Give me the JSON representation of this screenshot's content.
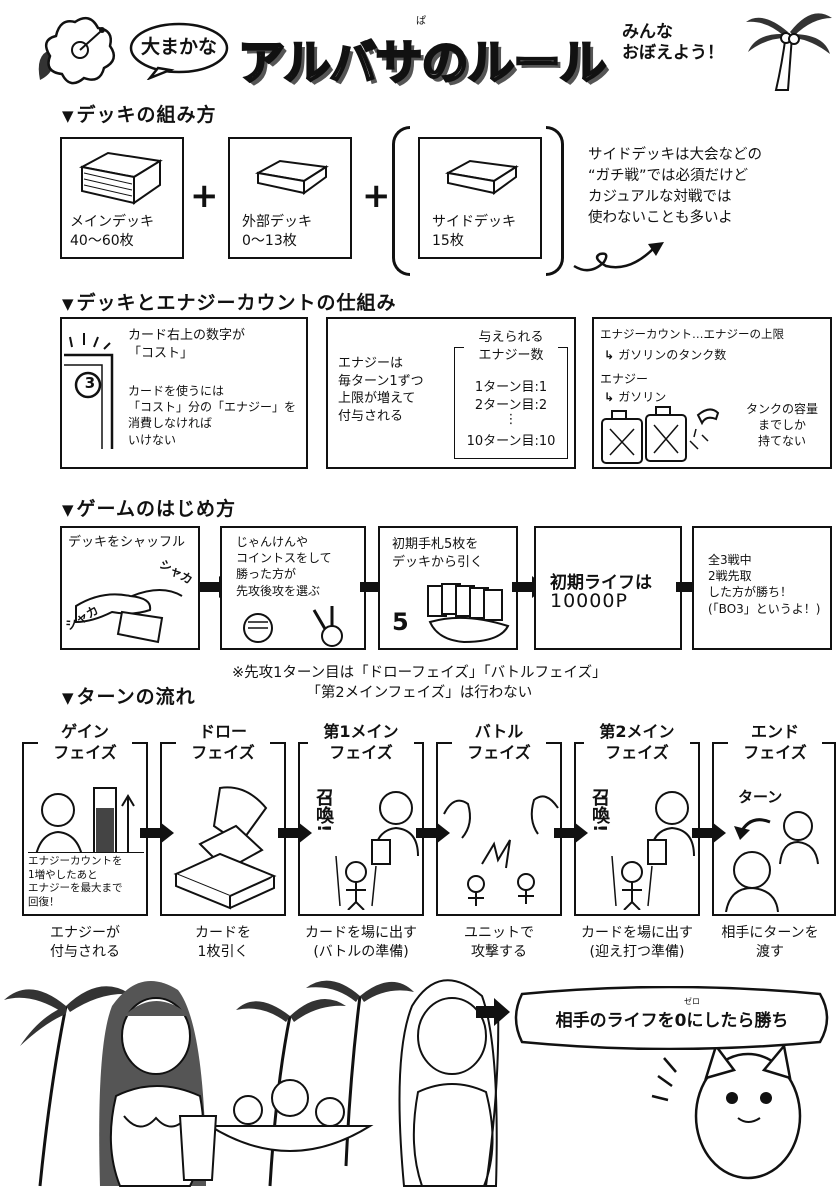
{
  "header": {
    "badge": "大まかな",
    "title": "アルバサのルール",
    "furigana": "ぱ",
    "tagline": "みんな\nおぼえよう！"
  },
  "deck": {
    "heading": "デッキの組み方",
    "main_deck": {
      "name": "メインデッキ",
      "count": "40〜60枚"
    },
    "extra_deck": {
      "name": "外部デッキ",
      "count": "0〜13枚"
    },
    "side_deck": {
      "name": "サイドデッキ",
      "count": "15枚"
    },
    "note": "サイドデッキは大会などの\n“ガチ戦”では必須だけど\nカジュアルな対戦では\n使わないことも多いよ"
  },
  "energy": {
    "heading": "デッキとエナジーカウントの仕組み",
    "cost_number": "3",
    "cost_line1": "カード右上の数字が\n「コスト」",
    "cost_line2": "カードを使うには\n「コスト」分の「エナジー」を\n消費しなければ\nいけない",
    "grant_text": "エナジーは\n毎ターン1ずつ\n上限が増えて\n付与される",
    "grant_table_title": "与えられる\nエナジー数",
    "grant_table_rows": [
      "1ターン目:1",
      "2ターン目:2",
      "10ターン目:10"
    ],
    "analogy_line1": "エナジーカウント…エナジーの上限",
    "analogy_line2": "ガソリンのタンク数",
    "analogy_line3": "エナジー",
    "analogy_line4": "ガソリン",
    "analogy_line5": "タンクの容量\nまでしか\n持てない"
  },
  "start": {
    "heading": "ゲームのはじめ方",
    "steps": [
      {
        "text": "デッキをシャッフル",
        "sfx1": "シャカ",
        "sfx2": "シャカ"
      },
      {
        "text": "じゃんけんや\nコイントスをして\n勝った方が\n先攻後攻を選ぶ"
      },
      {
        "text": "初期手札5枚を\nデッキから引く",
        "num": "5"
      },
      {
        "text": "初期ライフは",
        "sub": "10000P"
      },
      {
        "text": "全3戦中\n2戦先取\nした方が勝ち！\n(「BO3」というよ！)"
      }
    ]
  },
  "turn": {
    "heading": "ターンの流れ",
    "note": "※先攻1ターン目は「ドローフェイズ」「バトルフェイズ」\n「第2メインフェイズ」は行わない",
    "phases": [
      {
        "title": "ゲイン\nフェイズ",
        "caption": "エナジーが\n付与される",
        "detail": "エナジーカウントを\n1増やしたあと\nエナジーを最大まで\n回復！"
      },
      {
        "title": "ドロー\nフェイズ",
        "caption": "カードを\n1枚引く"
      },
      {
        "title": "第1メイン\nフェイズ",
        "caption": "カードを場に出す\n(バトルの準備)",
        "sfx": "召喚!"
      },
      {
        "title": "バトル\nフェイズ",
        "caption": "ユニットで\n攻撃する"
      },
      {
        "title": "第2メイン\nフェイズ",
        "caption": "カードを場に出す\n(迎え打つ準備)",
        "sfx": "召喚!"
      },
      {
        "title": "エンド\nフェイズ",
        "caption": "相手にターンを\n渡す",
        "sfx": "ターン"
      }
    ]
  },
  "win": {
    "text": "相手のライフを0にしたら勝ち",
    "ruby": "ゼロ"
  }
}
